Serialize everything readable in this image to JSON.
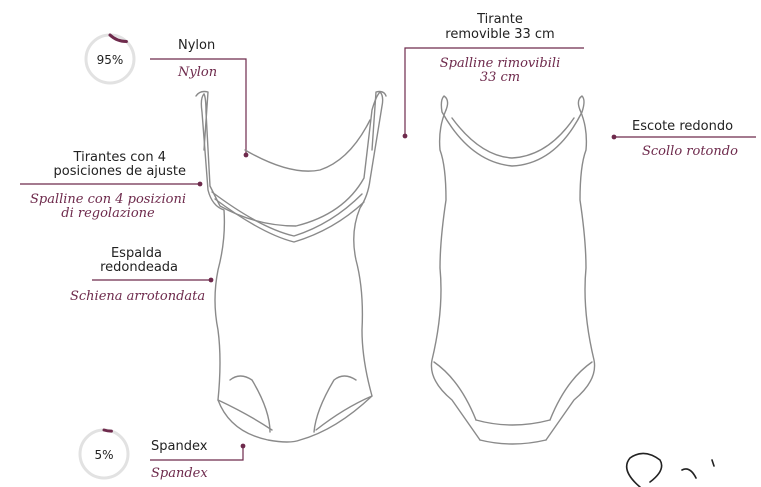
{
  "colors": {
    "accent": "#6e2a4c",
    "line": "#6e2a4c",
    "sketch": "#8a8a8a",
    "ring": "#e2e2e2"
  },
  "composition": [
    {
      "percent": 95,
      "badge_text": "95%",
      "label": "Nylon",
      "label_it": "Nylon"
    },
    {
      "percent": 5,
      "badge_text": "5%",
      "label": "Spandex",
      "label_it": "Spandex"
    }
  ],
  "features": {
    "straps_adjust": {
      "es_line1": "Tirantes con 4",
      "es_line2": "posiciones de ajuste",
      "it_line1": "Spalline con 4 posizioni",
      "it_line2": "di regolazione"
    },
    "round_back": {
      "es_line1": "Espalda",
      "es_line2": "redondeada",
      "it": "Schiena arrotondata"
    },
    "removable_strap": {
      "es_line1": "Tirante",
      "es_line2": "removible 33 cm",
      "it_line1": "Spalline rimovibili",
      "it_line2": "33 cm"
    },
    "round_neck": {
      "es": "Escote redondo",
      "it": "Scollo rotondo"
    }
  }
}
